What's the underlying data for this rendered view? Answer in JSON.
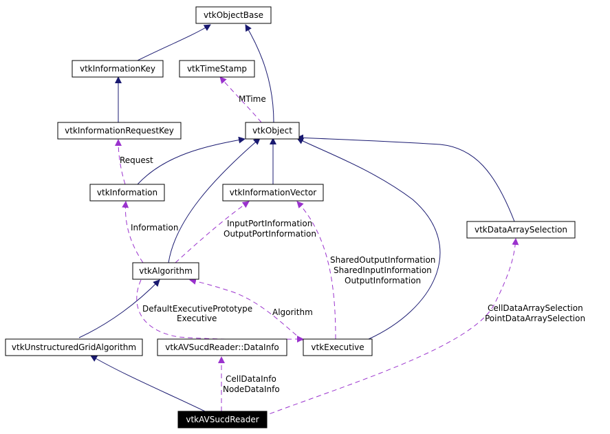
{
  "nodes": {
    "vtkObjectBase": "vtkObjectBase",
    "vtkInformationKey": "vtkInformationKey",
    "vtkTimeStamp": "vtkTimeStamp",
    "vtkInformationRequestKey": "vtkInformationRequestKey",
    "vtkObject": "vtkObject",
    "vtkInformation": "vtkInformation",
    "vtkInformationVector": "vtkInformationVector",
    "vtkDataArraySelection": "vtkDataArraySelection",
    "vtkAlgorithm": "vtkAlgorithm",
    "vtkUnstructuredGridAlgorithm": "vtkUnstructuredGridAlgorithm",
    "vtkAVSucdReaderDataInfo": "vtkAVSucdReader::DataInfo",
    "vtkExecutive": "vtkExecutive",
    "vtkAVSucdReader": "vtkAVSucdReader"
  },
  "edge_labels": {
    "mtime": "MTime",
    "request": "Request",
    "information": "Information",
    "input_port_information": "InputPortInformation",
    "output_port_information": "OutputPortInformation",
    "shared_output_information": "SharedOutputInformation",
    "shared_input_information": "SharedInputInformation",
    "output_information": "OutputInformation",
    "default_executive_prototype": "DefaultExecutivePrototype",
    "executive": "Executive",
    "algorithm": "Algorithm",
    "cell_data_array_selection": "CellDataArraySelection",
    "point_data_array_selection": "PointDataArraySelection",
    "cell_data_info": "CellDataInfo",
    "node_data_info": "NodeDataInfo"
  },
  "colors": {
    "inheritance_edge": "#191970",
    "usage_edge": "#9a32cd",
    "main_node_fill": "#000000",
    "main_node_text": "#ffffff"
  }
}
